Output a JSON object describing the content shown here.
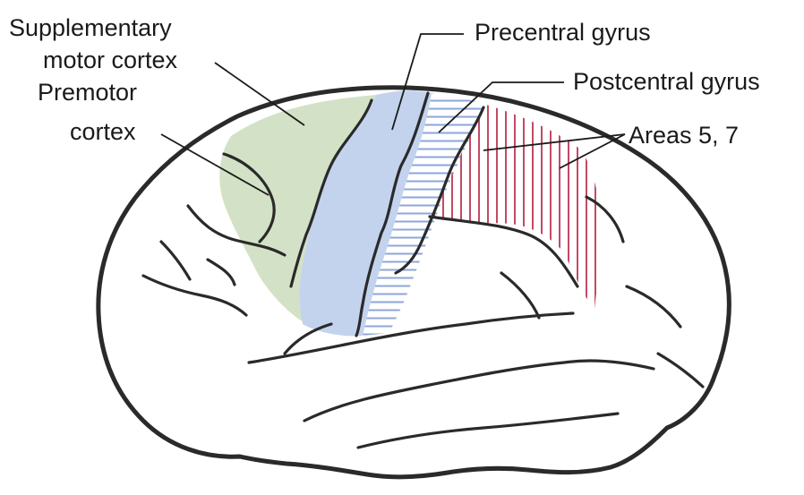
{
  "labels": {
    "supplementary_line1": "Supplementary",
    "supplementary_line2": "motor cortex",
    "premotor_line1": "Premotor",
    "premotor_line2": "cortex",
    "precentral": "Precentral gyrus",
    "postcentral": "Postcentral gyrus",
    "areas": "Areas 5, 7"
  },
  "colors": {
    "supplementary_premotor_fill": "#d3e2c6",
    "precentral_fill": "#c3d3ee",
    "postcentral_hatch": "#8ea6da",
    "areas_hatch": "#c24a65",
    "outline": "#2a2a2a",
    "text": "#1a1a1a"
  }
}
